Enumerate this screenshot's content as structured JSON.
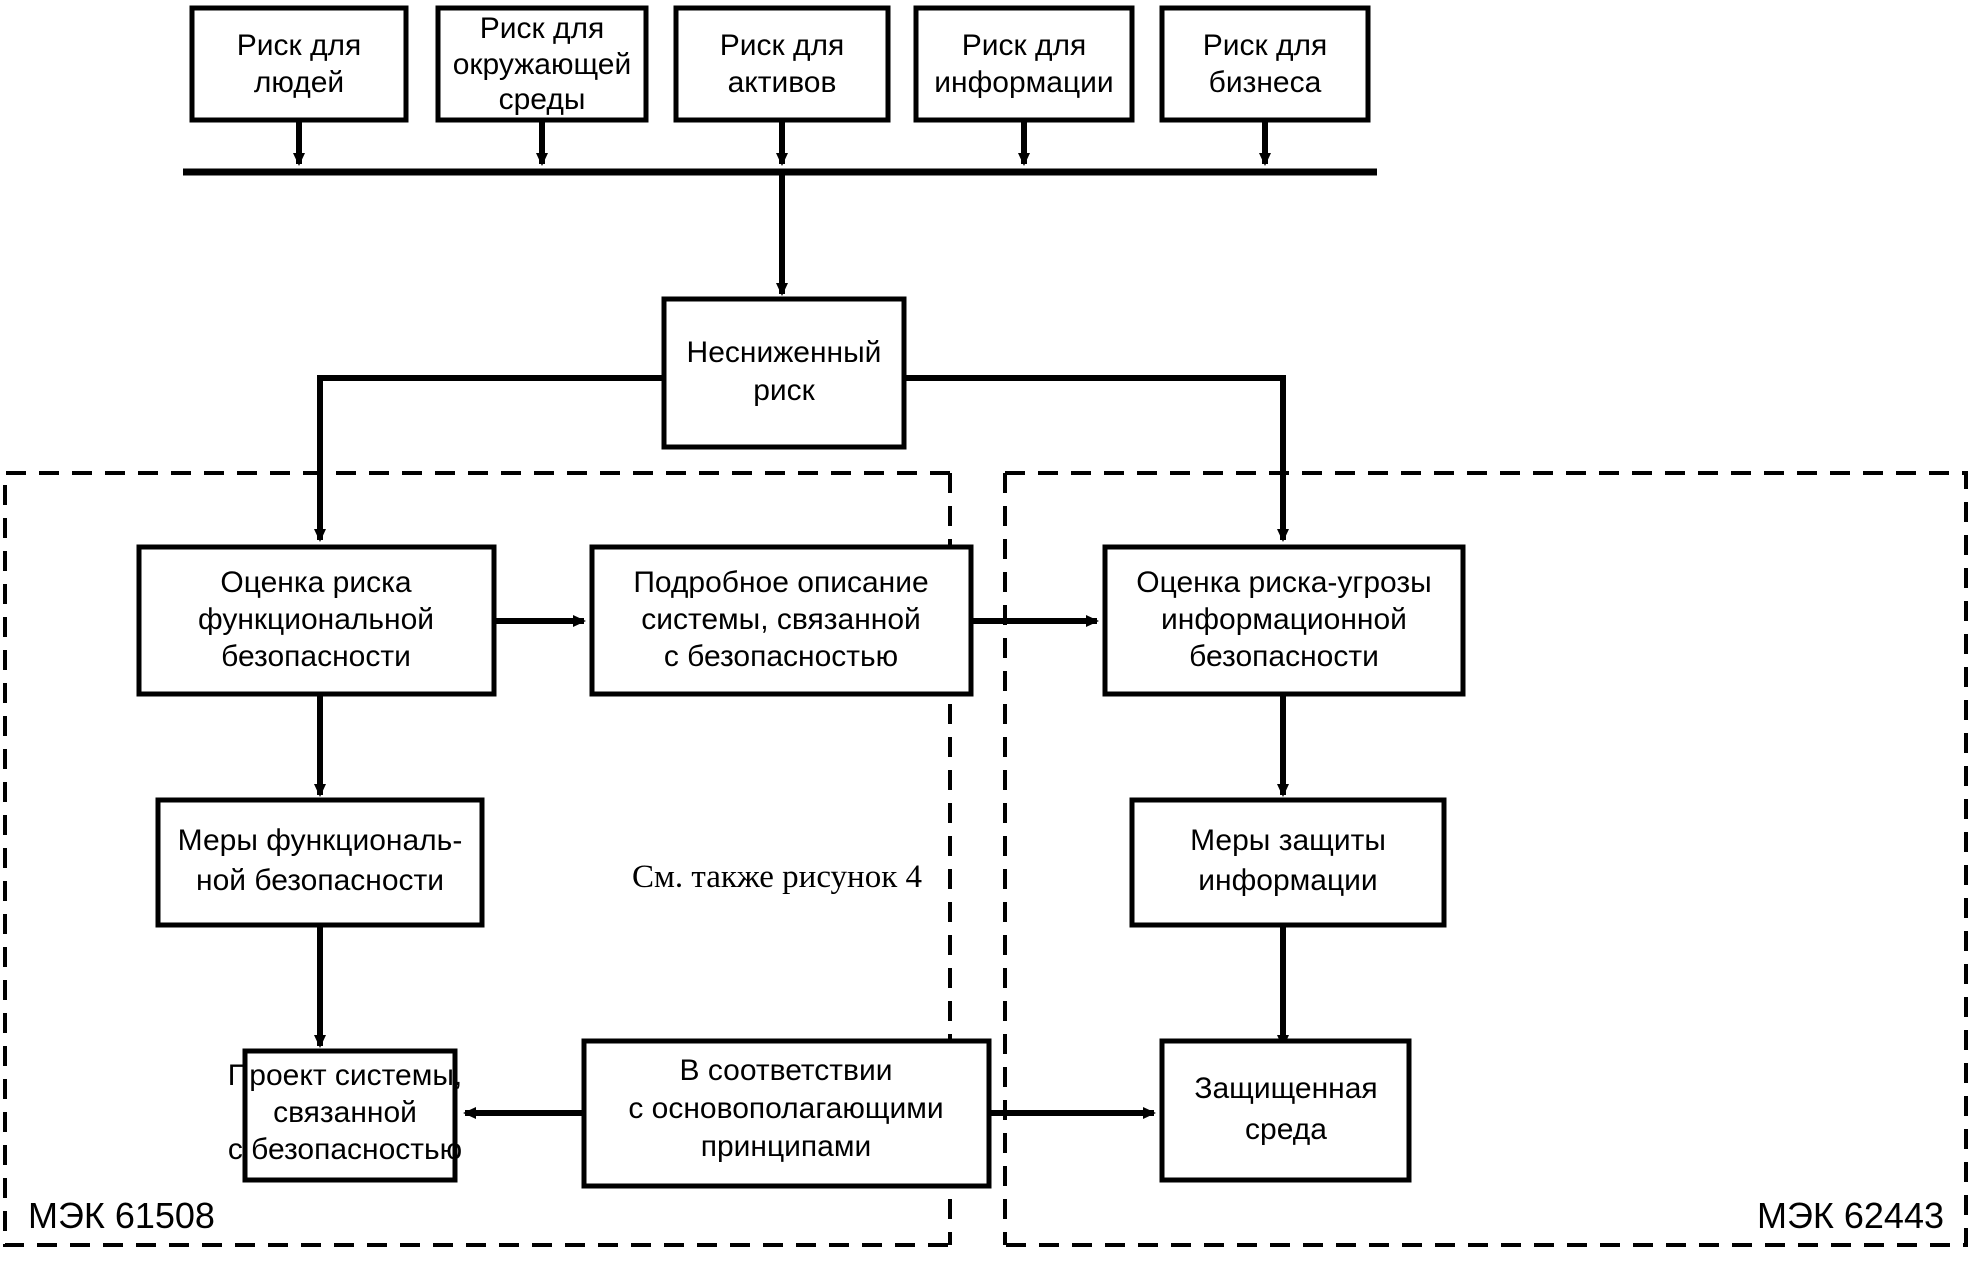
{
  "diagram": {
    "title_absent": true,
    "hazard_sources": [
      {
        "id": "risk-people",
        "label_lines": [
          "Риск для",
          "людей"
        ]
      },
      {
        "id": "risk-environment",
        "label_lines": [
          "Риск для",
          "окружающей",
          "среды"
        ]
      },
      {
        "id": "risk-assets",
        "label_lines": [
          "Риск для",
          "активов"
        ]
      },
      {
        "id": "risk-information",
        "label_lines": [
          "Риск для",
          "информации"
        ]
      },
      {
        "id": "risk-business",
        "label_lines": [
          "Риск для",
          "бизнеса"
        ]
      }
    ],
    "central_node": {
      "id": "unreduced-risk",
      "label_lines": [
        "Несниженный",
        "риск"
      ]
    },
    "left_branch": {
      "assessment": {
        "id": "functional-safety-risk-assessment",
        "label_lines": [
          "Оценка риска",
          "функциональной",
          "безопасности"
        ]
      },
      "measures": {
        "id": "functional-safety-measures",
        "label_lines": [
          "Меры функциональ-",
          "ной безопасности"
        ]
      },
      "outcome": {
        "id": "safety-related-system-design",
        "label_lines": [
          "Проект системы,",
          "связанной",
          "с безопасностью"
        ]
      },
      "standard_label": "МЭК 61508"
    },
    "middle_branch": {
      "description": {
        "id": "safety-system-description",
        "label_lines": [
          "Подробное описание",
          "системы, связанной",
          "с безопасностью"
        ]
      },
      "note": "См. также рисунок 4",
      "principles": {
        "id": "fundamental-principles",
        "label_lines": [
          "В соответствии",
          "с основополагающими",
          "принципами"
        ]
      }
    },
    "right_branch": {
      "assessment": {
        "id": "information-security-risk-assessment",
        "label_lines": [
          "Оценка риска-угрозы",
          "информационной",
          "безопасности"
        ]
      },
      "measures": {
        "id": "information-protection-measures",
        "label_lines": [
          "Меры защиты",
          "информации"
        ]
      },
      "outcome": {
        "id": "protected-environment",
        "label_lines": [
          "Защищенная",
          "среда"
        ]
      },
      "standard_label": "МЭК 62443"
    },
    "colors": {
      "stroke": "#000000",
      "fill": "#ffffff",
      "background": "#ffffff"
    }
  }
}
